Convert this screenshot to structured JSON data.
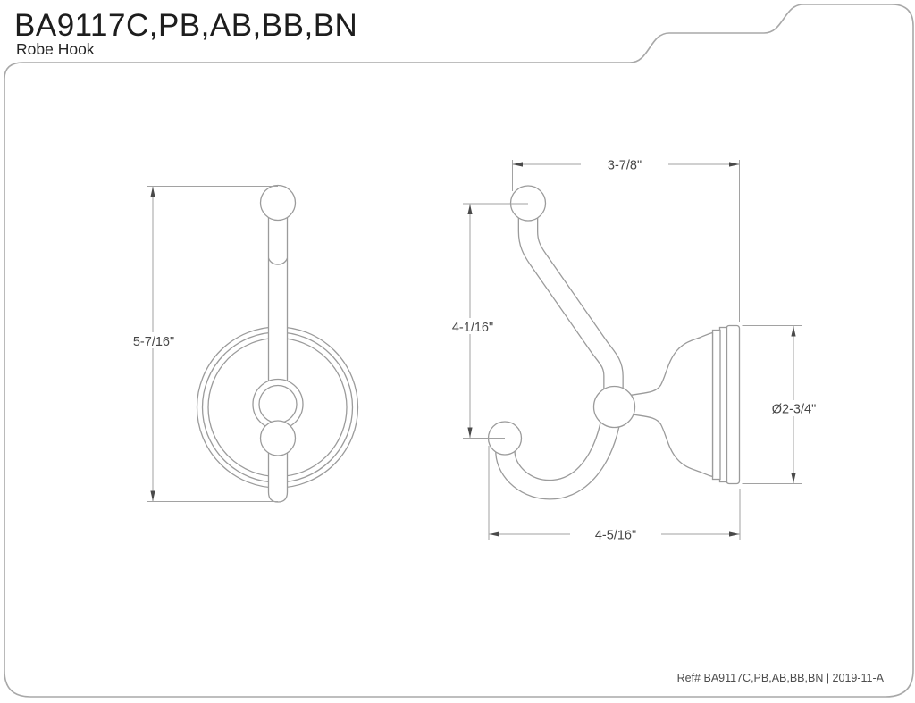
{
  "header": {
    "title": "BA9117C,PB,AB,BB,BN",
    "subtitle": "Robe Hook"
  },
  "dimensions": {
    "front_height": "5-7/16\"",
    "side_width_top": "3-7/8\"",
    "side_hook_drop": "4-1/16\"",
    "side_base_diameter": "Ø2-3/4\"",
    "side_width_bottom": "4-5/16\""
  },
  "footer": {
    "reference": "Ref# BA9117C,PB,AB,BB,BN | 2019-11-A"
  },
  "colors": {
    "background": "#ffffff",
    "drawing_lines": "#9b9b9b",
    "dimension_lines": "#a2a2a2",
    "dimension_text": "#464646",
    "title_text": "#1d1d1d",
    "sheet_border": "#a8a8a8"
  }
}
